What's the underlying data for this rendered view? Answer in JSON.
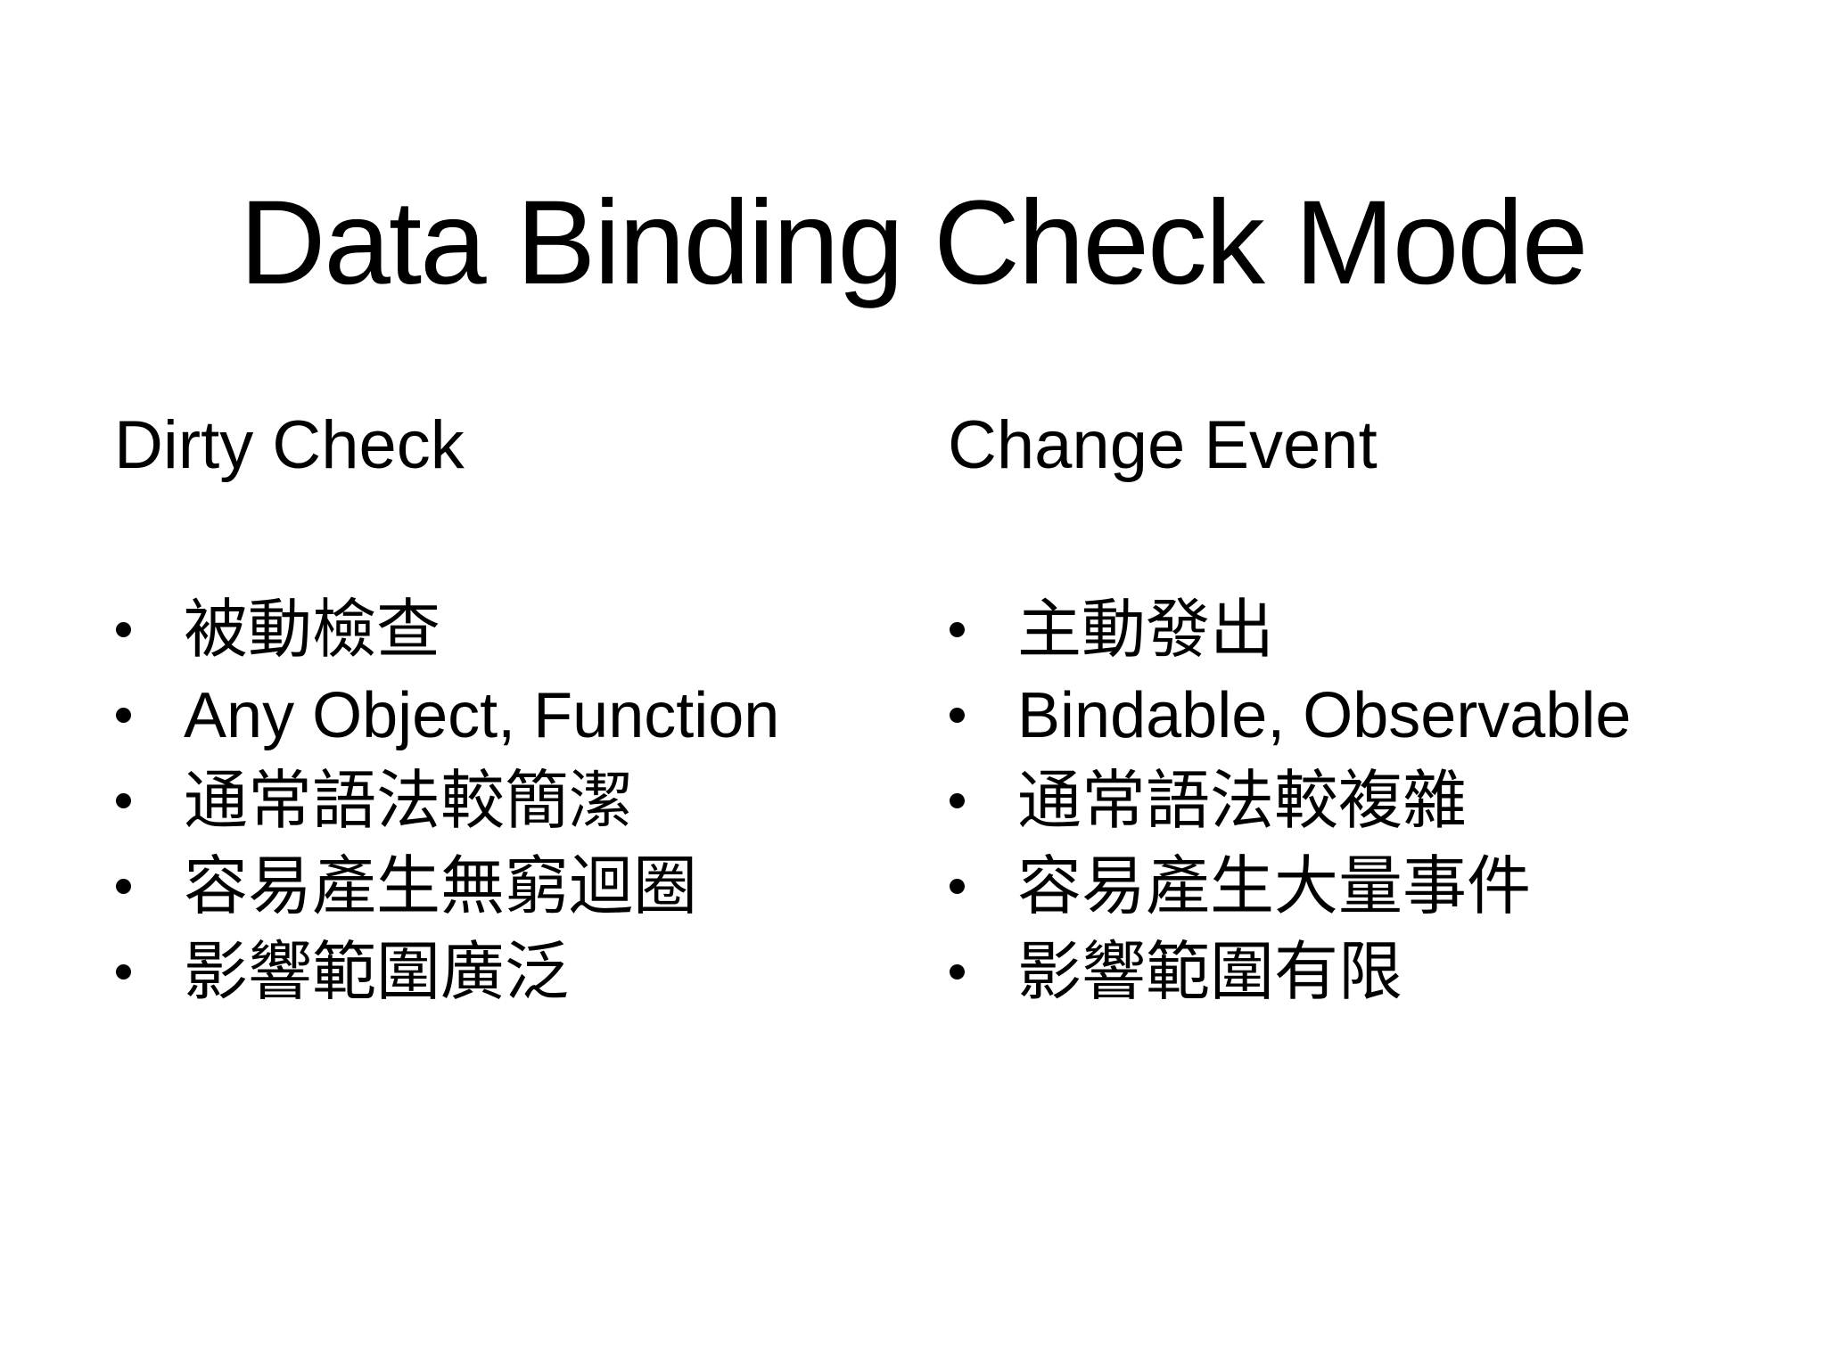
{
  "slide": {
    "title": "Data Binding Check Mode",
    "columns": [
      {
        "heading": "Dirty Check",
        "bullets": [
          "被動檢查",
          "Any Object, Function",
          "通常語法較簡潔",
          "容易產生無窮迴圈",
          "影響範圍廣泛"
        ]
      },
      {
        "heading": "Change Event",
        "bullets": [
          "主動發出",
          "Bindable, Observable",
          "通常語法較複雜",
          "容易產生大量事件",
          "影響範圍有限"
        ]
      }
    ]
  },
  "colors": {
    "background": "#ffffff",
    "text": "#000000"
  }
}
